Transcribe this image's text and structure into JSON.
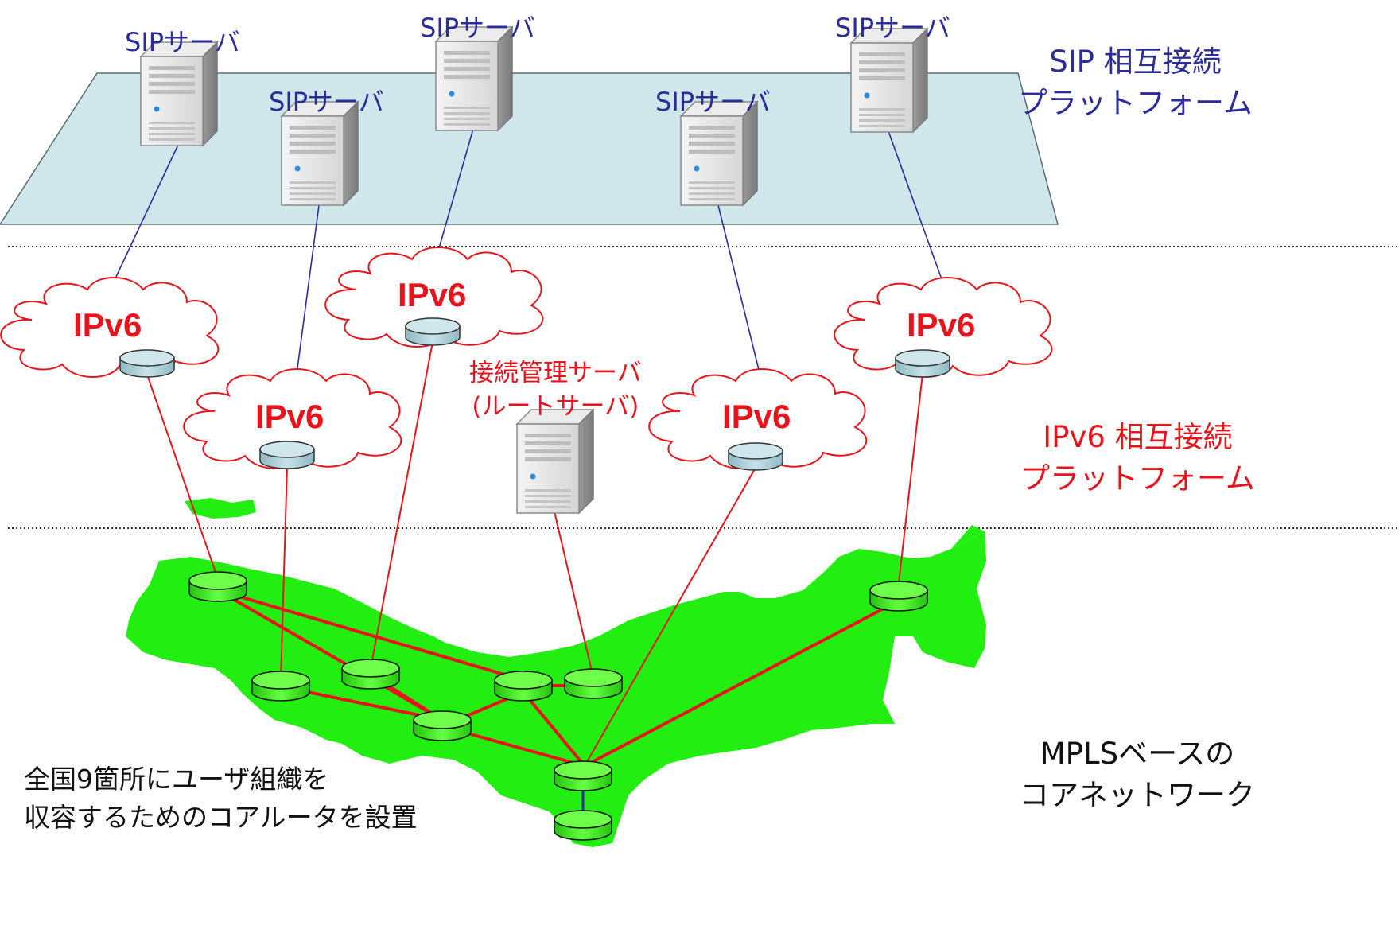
{
  "server_label": "SIPサーバ",
  "ipv6_label": "IPv6",
  "layers": {
    "sip": {
      "line1": "SIP 相互接続",
      "line2": "プラットフォーム"
    },
    "ipv6": {
      "line1": "IPv6 相互接続",
      "line2": "プラットフォーム"
    },
    "mpls": {
      "line1": "MPLSベースの",
      "line2": "コアネットワーク"
    }
  },
  "route_server": {
    "line1": "接続管理サーバ",
    "line2": "(ルートサーバ)"
  },
  "note": {
    "line1": "全国9箇所にユーザ組織を",
    "line2": "収容するためのコアルータを設置"
  },
  "colors": {
    "sip_plane": "#cfe6ea",
    "cloud_border": "#e8141c",
    "router_fill": "#bfdde3",
    "core_router_fill": "#55ff3a",
    "map_fill": "#22ee11",
    "red_link": "#e8141c",
    "blue_link": "#2b2b9a",
    "label_blue": "#2b2b9a",
    "label_red": "#e8141c"
  },
  "icons": [
    "server-icon",
    "cloud-icon",
    "router-icon"
  ]
}
